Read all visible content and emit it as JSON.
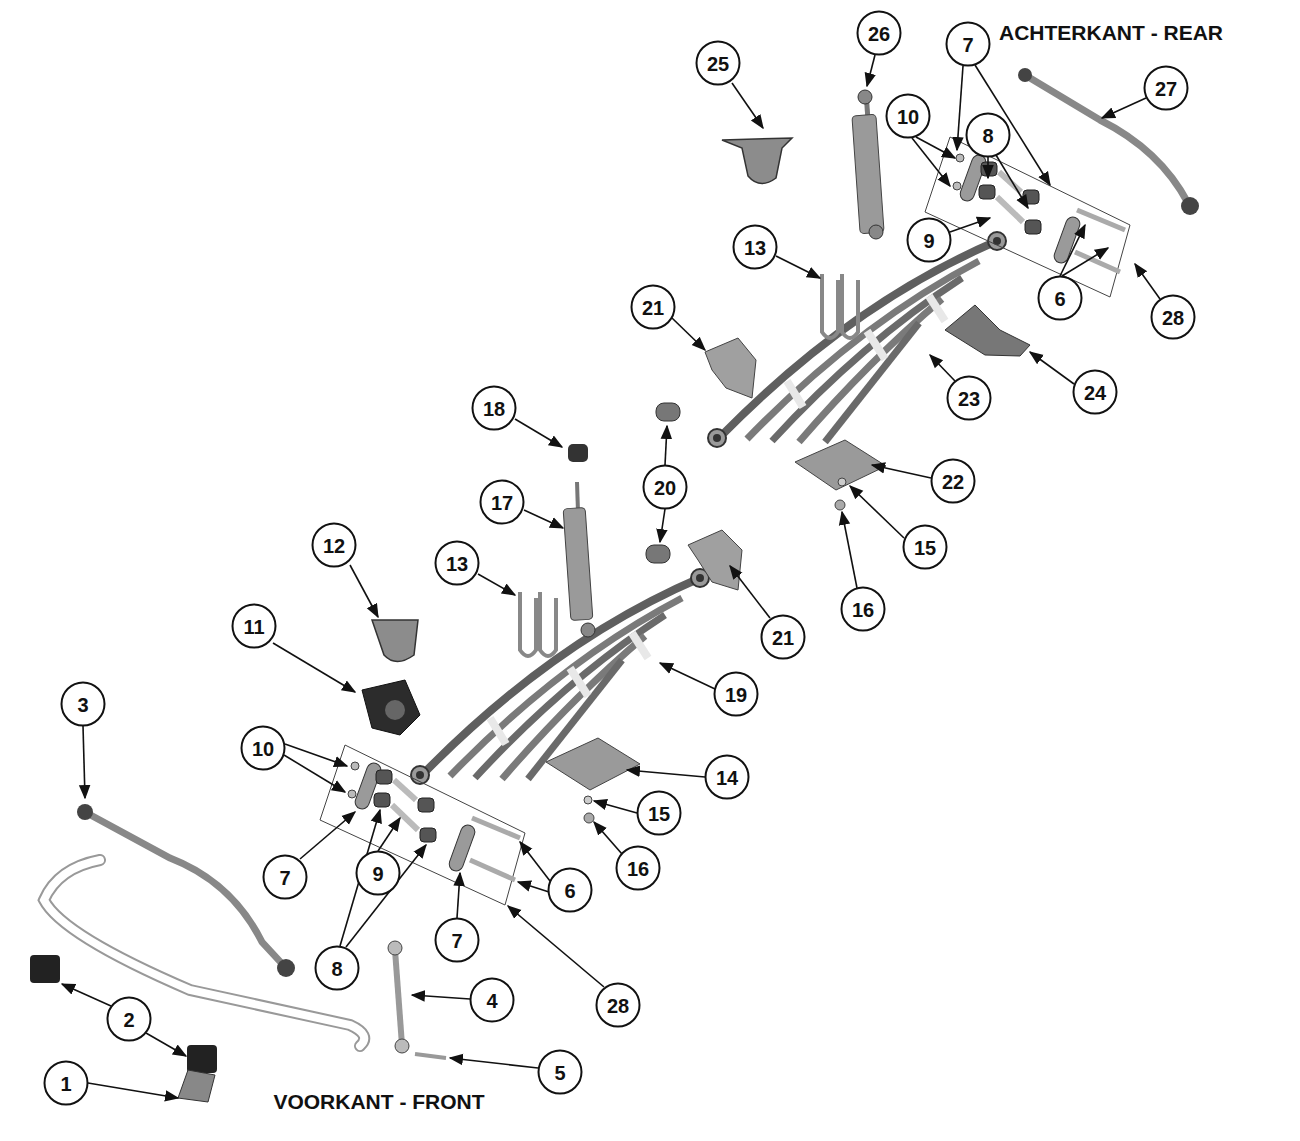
{
  "diagram": {
    "labels": [
      "26",
      "7",
      "ACHTERKANT - REAR",
      "25",
      "27",
      "10",
      "8",
      "9",
      "13",
      "6",
      "21",
      "28",
      "24",
      "23",
      "18",
      "22",
      "20",
      "17",
      "12",
      "15",
      "13",
      "16",
      "11",
      "21",
      "19",
      "3",
      "10",
      "14",
      "15",
      "16",
      "9",
      "7",
      "6",
      "7",
      "8",
      "4",
      "28",
      "2",
      "5",
      "1",
      "VOORKANT - FRONT"
    ]
  }
}
